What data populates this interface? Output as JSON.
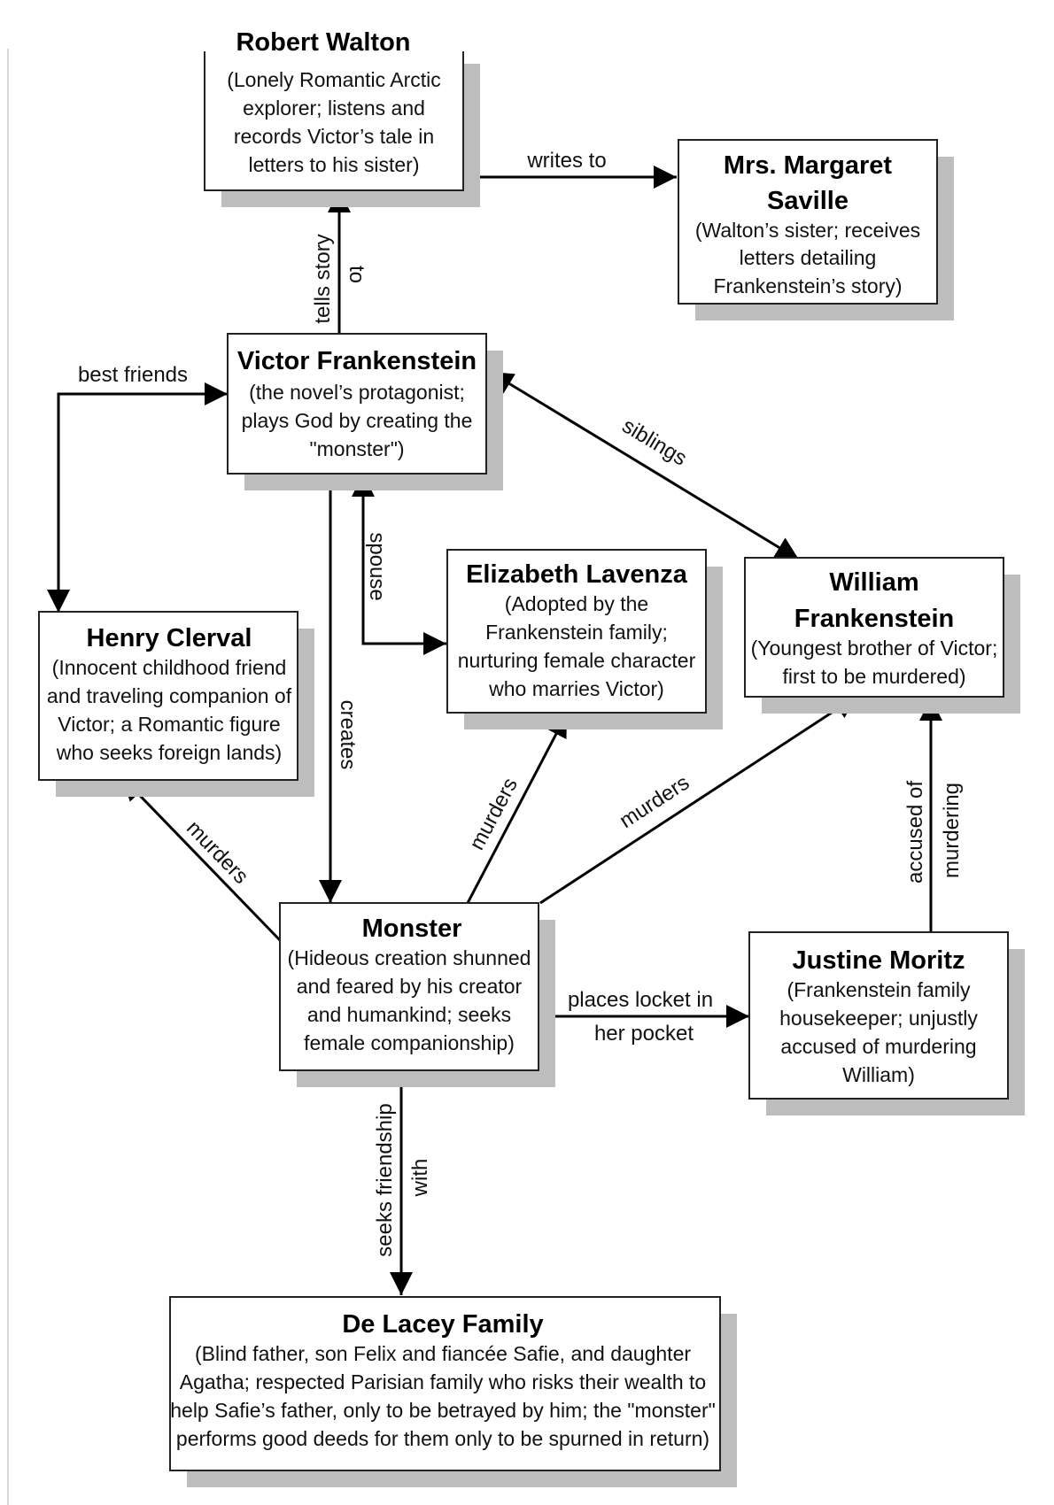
{
  "nodes": {
    "walton": {
      "title": [
        "Robert Walton"
      ],
      "desc": [
        "(Lonely Romantic Arctic",
        "explorer; listens and",
        "records Victor’s tale in",
        "letters to his sister)"
      ]
    },
    "saville": {
      "title": [
        "Mrs. Margaret",
        "Saville"
      ],
      "desc": [
        "(Walton’s sister; receives",
        "letters detailing",
        "Frankenstein’s story)"
      ]
    },
    "victor": {
      "title": [
        "Victor Frankenstein"
      ],
      "desc": [
        "(the novel’s protagonist;",
        "plays God by creating the",
        "\"monster\")"
      ]
    },
    "elizabeth": {
      "title": [
        "Elizabeth Lavenza"
      ],
      "desc": [
        "(Adopted by the",
        "Frankenstein family;",
        "nurturing female character",
        "who marries Victor)"
      ]
    },
    "william": {
      "title": [
        "William",
        "Frankenstein"
      ],
      "desc": [
        "(Youngest brother of Victor;",
        "first to be murdered)"
      ]
    },
    "henry": {
      "title": [
        "Henry Clerval"
      ],
      "desc": [
        "(Innocent childhood friend",
        "and traveling companion of",
        "Victor; a Romantic figure",
        "who seeks foreign lands)"
      ]
    },
    "monster": {
      "title": [
        "Monster"
      ],
      "desc": [
        "(Hideous creation shunned",
        "and feared by his creator",
        "and humankind; seeks",
        "female companionship)"
      ]
    },
    "justine": {
      "title": [
        "Justine Moritz"
      ],
      "desc": [
        "(Frankenstein family",
        "housekeeper; unjustly",
        "accused of murdering",
        "William)"
      ]
    },
    "delacey": {
      "title": [
        "De Lacey Family"
      ],
      "desc": [
        "(Blind father, son Felix and fiancée Safie, and daughter",
        "Agatha; respected Parisian family who risks their wealth to",
        "help Safie’s father, only to be betrayed by him; the \"monster\"",
        "performs good deeds for them only to be spurned in return)"
      ]
    }
  },
  "edges": {
    "writes_to": "writes to",
    "tells_story": "tells story",
    "tells_story_to": "to",
    "best_friends": "best friends",
    "siblings": "siblings",
    "spouse": "spouse",
    "creates": "creates",
    "murders_henry": "murders",
    "murders_elizabeth": "murders",
    "murders_william": "murders",
    "accused_of": "accused of",
    "accused_murdering": "murdering",
    "places_locket_1": "places locket in",
    "places_locket_2": "her pocket",
    "seeks_friendship": "seeks friendship",
    "seeks_friendship_with": "with"
  },
  "colors": {
    "box_border": "#222222",
    "box_shadow": "#bdbdbd",
    "line": "#000000"
  }
}
